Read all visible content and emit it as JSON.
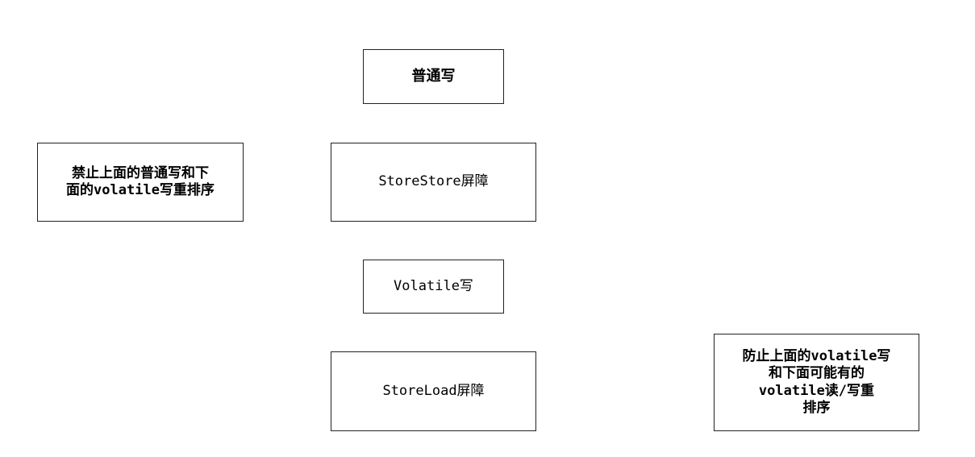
{
  "diagram": {
    "nodes": {
      "normal_write": "普通写",
      "storestore_barrier": "StoreStore屏障",
      "volatile_write": "Volatile写",
      "storeload_barrier": "StoreLoad屏障"
    },
    "notes": {
      "storestore_note": "禁止上面的普通写和下\n面的volatile写重排序",
      "storeload_note": "防止上面的volatile写\n和下面可能有的\nvolatile读/写重\n排序"
    }
  }
}
